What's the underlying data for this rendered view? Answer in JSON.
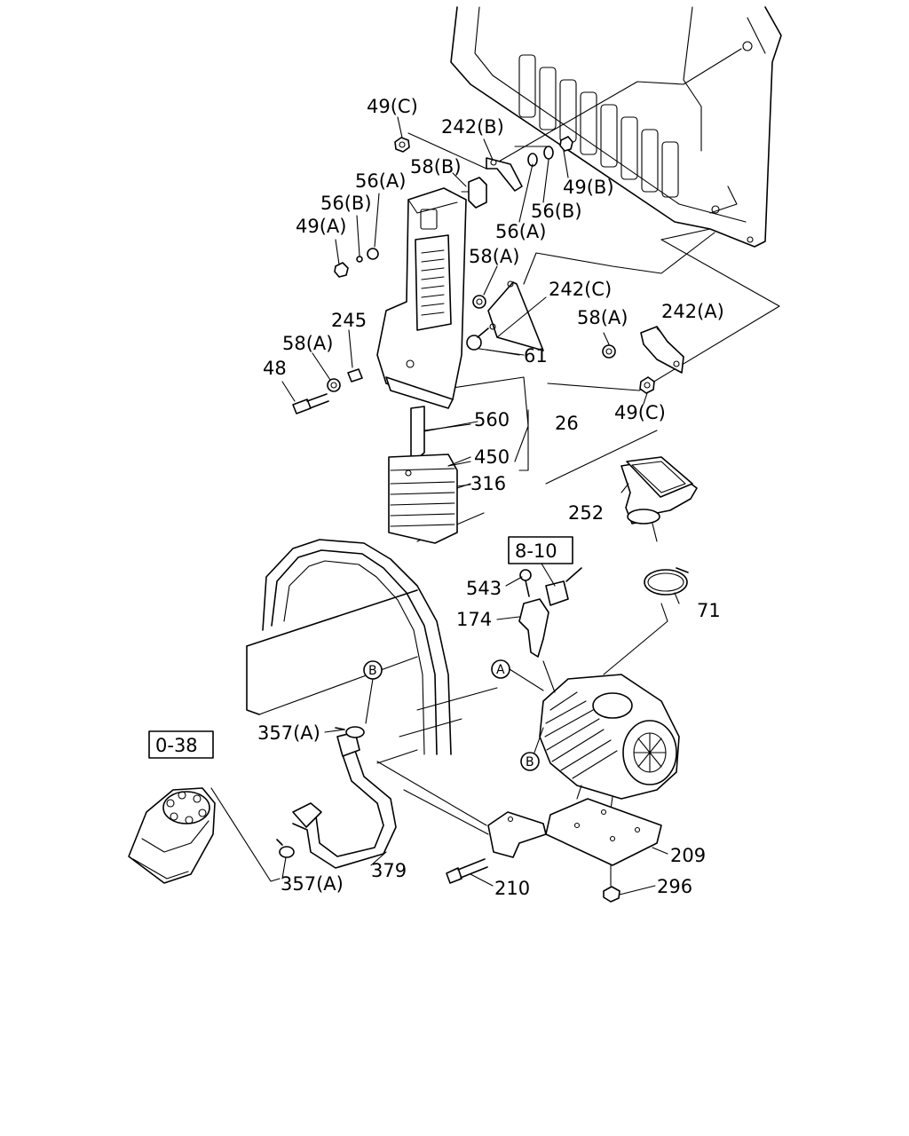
{
  "labels": {
    "49C_top": "49(C)",
    "242B": "242(B)",
    "58B": "58(B)",
    "56A_left": "56(A)",
    "56B_left": "56(B)",
    "49A": "49(A)",
    "49B": "49(B)",
    "56B_right": "56(B)",
    "56A_right": "56(A)",
    "58A_mid": "58(A)",
    "242C": "242(C)",
    "58A_right": "58(A)",
    "242A": "242(A)",
    "245": "245",
    "58A_left": "58(A)",
    "48": "48",
    "61": "61",
    "49C_bottom": "49(C)",
    "560": "560",
    "26": "26",
    "450": "450",
    "316": "316",
    "252": "252",
    "8_10": "8-10",
    "543": "543",
    "174": "174",
    "71": "71",
    "marker_B_top": "B",
    "marker_A": "A",
    "marker_B_mid": "B",
    "357A_top": "357(A)",
    "0_38": "0-38",
    "379": "379",
    "357A_bottom": "357(A)",
    "210": "210",
    "209": "209",
    "296": "296"
  }
}
